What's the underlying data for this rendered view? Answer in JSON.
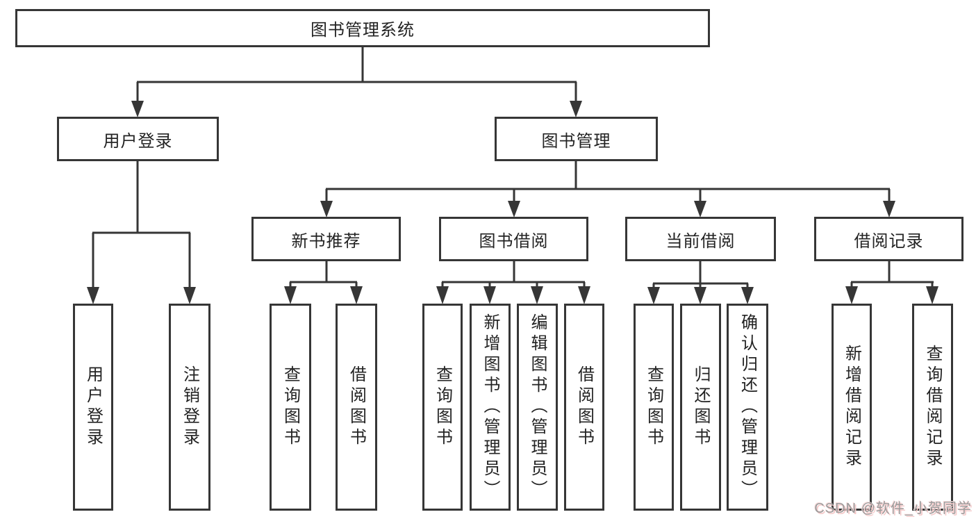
{
  "diagram": {
    "root": {
      "label": "图书管理系统"
    },
    "level2": {
      "user_login": {
        "label": "用户登录"
      },
      "book_management": {
        "label": "图书管理"
      }
    },
    "level3": {
      "new_book_recommend": {
        "label": "新书推荐"
      },
      "book_borrowing": {
        "label": "图书借阅"
      },
      "current_borrowing": {
        "label": "当前借阅"
      },
      "borrowing_records": {
        "label": "借阅记录"
      }
    },
    "leaves": {
      "user_login": [
        "用户登录",
        "注销登录"
      ],
      "new_book_recommend": [
        "查询图书",
        "借阅图书"
      ],
      "book_borrowing": [
        "查询图书",
        "新增图书（管理员）",
        "编辑图书（管理员）",
        "借阅图书"
      ],
      "current_borrowing": [
        "查询图书",
        "归还图书",
        "确认归还（管理员）"
      ],
      "borrowing_records": [
        "新增借阅记录",
        "查询借阅记录"
      ]
    }
  },
  "watermark": {
    "text": "CSDN @软件_小贺同学"
  },
  "colors": {
    "line": "#363636",
    "text": "#232323",
    "background": "#ffffff",
    "watermark_text": "#9b9b9b",
    "watermark_shadow": "#f4c9c9"
  }
}
